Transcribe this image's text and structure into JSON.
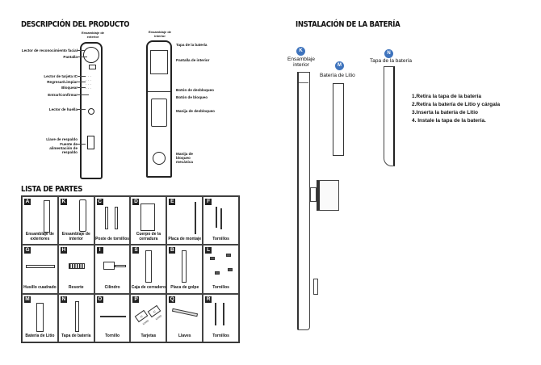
{
  "product_description": {
    "title": "DESCRIPCIÓN DEL PRODUCTO",
    "exterior": {
      "heading": "Ensamblaje de exterior",
      "labels": [
        "Lector de reconocimiento facial",
        "Pantalla",
        "Lector de tarjeta IC",
        "Regresar/Limpiar",
        "Bloquear",
        "Entrar/Confirmar",
        "Lector de huella",
        "Llave de respaldo",
        "Fuente de alimentación de respaldo"
      ]
    },
    "interior": {
      "heading": "Ensamblaje de interior",
      "labels": [
        "Tapa de la batería",
        "Pantalla de interior",
        "Botón de desbloqueo",
        "Botón de bloqueo",
        "Manija de desbloqueo",
        "Manija de bloqueo mecánica"
      ]
    }
  },
  "parts_list": {
    "title": "LISTA DE PARTES",
    "items": [
      {
        "letter": "A",
        "name": "Ensamblaje de exteriores"
      },
      {
        "letter": "K",
        "name": "Ensamblaje de interior"
      },
      {
        "letter": "C",
        "name": "Poste de tornillos"
      },
      {
        "letter": "D",
        "name": "Cuerpo de la cerradura"
      },
      {
        "letter": "E",
        "name": "Placa de montaje"
      },
      {
        "letter": "F",
        "name": "Tornillos"
      },
      {
        "letter": "G",
        "name": "Husillo cuadrado"
      },
      {
        "letter": "H",
        "name": "Resorte"
      },
      {
        "letter": "I",
        "name": "Cilindro"
      },
      {
        "letter": "S",
        "name": "Caja de cerradero"
      },
      {
        "letter": "B",
        "name": "Placa de golpe"
      },
      {
        "letter": "L",
        "name": "Tornillos"
      },
      {
        "letter": "M",
        "name": "Batería de Litio"
      },
      {
        "letter": "N",
        "name": "Tapa de batería"
      },
      {
        "letter": "O",
        "name": "Tornillo"
      },
      {
        "letter": "P",
        "name": "Tarjetas"
      },
      {
        "letter": "Q",
        "name": "Llaves"
      },
      {
        "letter": "R",
        "name": "Tornillos"
      }
    ],
    "card_text": "IC CARD"
  },
  "battery_installation": {
    "title": "INSTALACIÓN DE LA BATERÍA",
    "parts": [
      {
        "badge": "K",
        "name": "Ensamblaje interior"
      },
      {
        "badge": "M",
        "name": "Batería de Litio"
      },
      {
        "badge": "N",
        "name": "Tapa de la batería"
      }
    ],
    "steps": [
      "1.Retira la tapa de la batería",
      "2.Retira la batería de Litio y cárgala",
      "3.Inserta la batería de Litio",
      "4. Instale la tapa de la batería."
    ]
  },
  "colors": {
    "badge": "#3f74bd",
    "ink": "#111111"
  }
}
